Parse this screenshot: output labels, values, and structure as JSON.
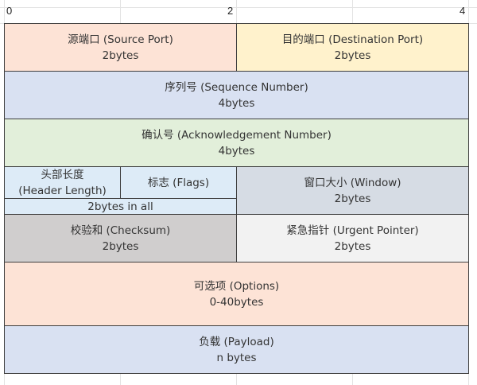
{
  "ruler": {
    "start": "0",
    "mid": "2",
    "end": "4"
  },
  "colors": {
    "peach": "#fde3d6",
    "yellow": "#fff2cc",
    "blue": "#d9e1f2",
    "green": "#e2efda",
    "lightblue": "#ddebf7",
    "gray": "#d6dce4",
    "darkgray": "#d0cece",
    "lightgray": "#f2f2f2",
    "border": "#3f3f3f"
  },
  "fields": {
    "source_port": {
      "label": "源端口 (Source Port)",
      "size": "2bytes"
    },
    "dest_port": {
      "label": "目的端口 (Destination Port)",
      "size": "2bytes"
    },
    "sequence": {
      "label": "序列号 (Sequence Number)",
      "size": "4bytes"
    },
    "ack": {
      "label": "确认号 (Acknowledgement Number)",
      "size": "4bytes"
    },
    "header_length": {
      "label_line1": "头部长度",
      "label_line2": "(Header Length)"
    },
    "flags": {
      "label": "标志 (Flags)"
    },
    "hl_flags_total": {
      "size": "2bytes in all"
    },
    "window": {
      "label": "窗口大小 (Window)",
      "size": "2bytes"
    },
    "checksum": {
      "label": "校验和 (Checksum)",
      "size": "2bytes"
    },
    "urgent": {
      "label": "紧急指针 (Urgent Pointer)",
      "size": "2bytes"
    },
    "options": {
      "label": "可选项 (Options)",
      "size": "0-40bytes"
    },
    "payload": {
      "label": "负载 (Payload)",
      "size": "n bytes"
    }
  }
}
